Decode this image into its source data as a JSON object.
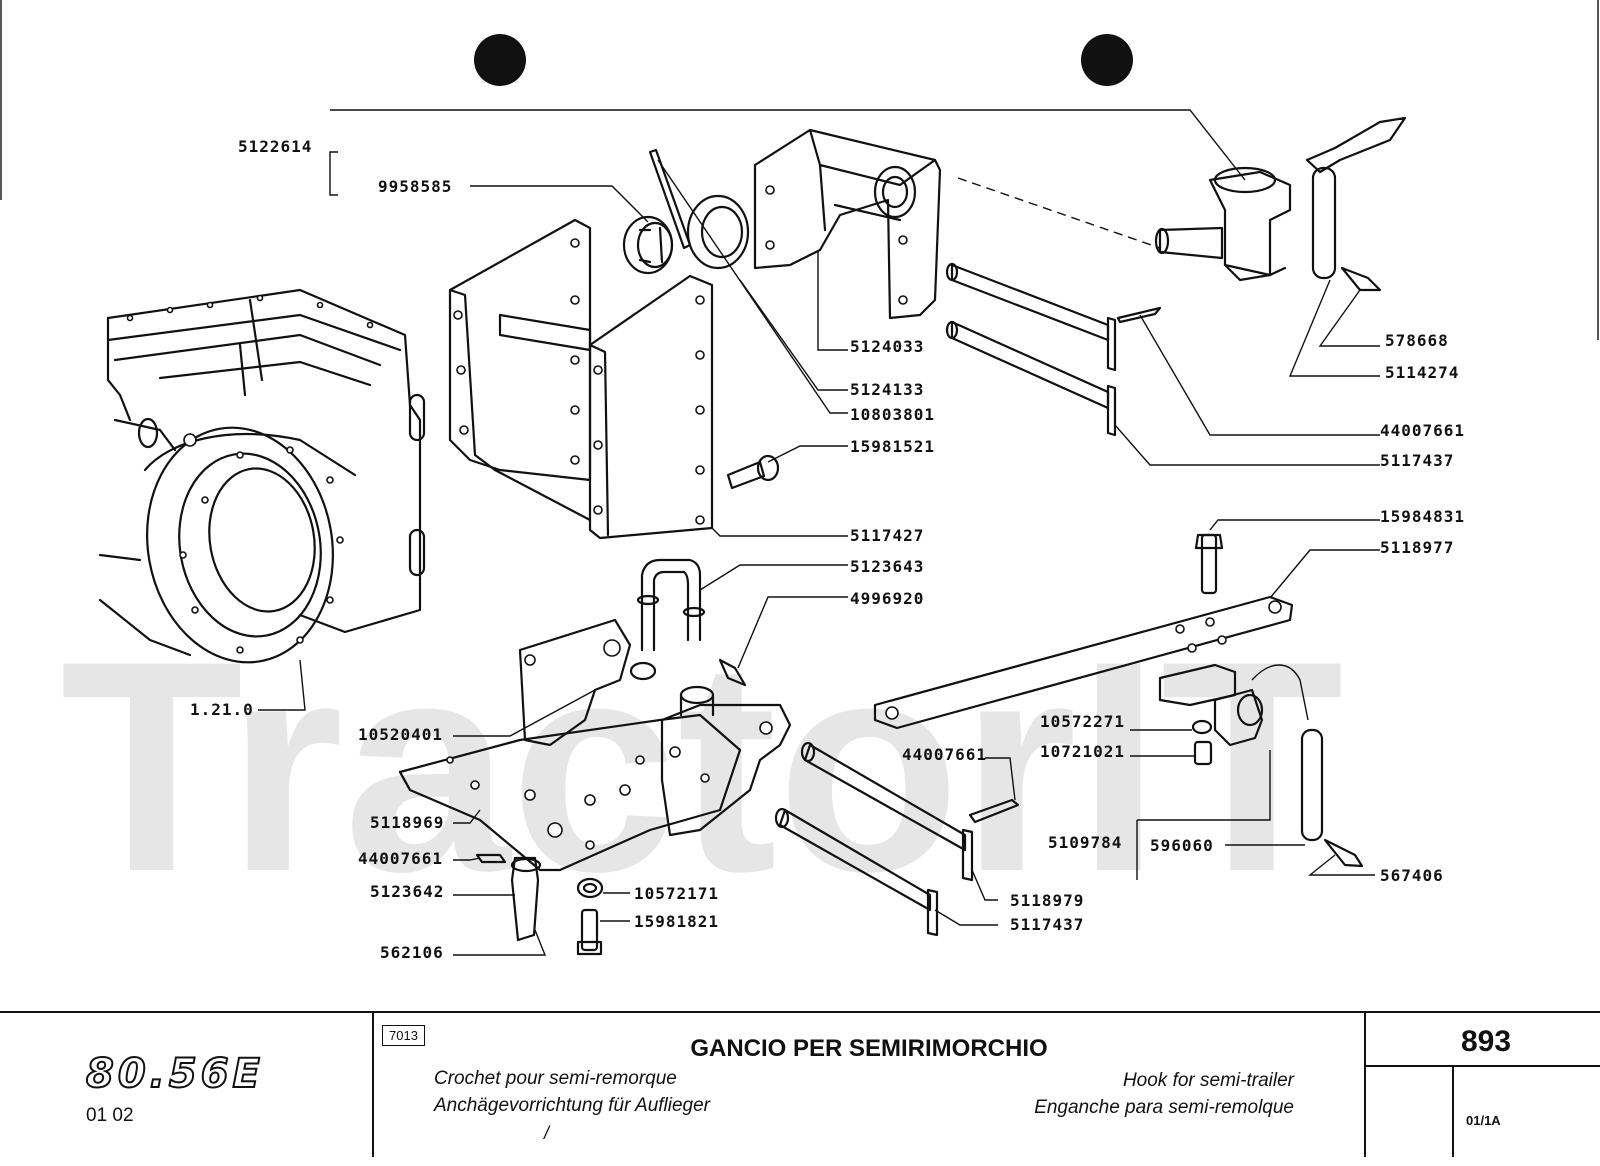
{
  "watermark": "TractorIT",
  "callouts": {
    "c5122614": "5122614",
    "c9958585": "9958585",
    "c5124033": "5124033",
    "c5124133": "5124133",
    "c10803801": "10803801",
    "c15981521": "15981521",
    "c5117427": "5117427",
    "c5123643": "5123643",
    "c4996920": "4996920",
    "c578668": "578668",
    "c5114274": "5114274",
    "c44007661a": "44007661",
    "c5117437a": "5117437",
    "c15984831": "15984831",
    "c5118977": "5118977",
    "c1210": "1.21.0",
    "c10520401": "10520401",
    "c5118969": "5118969",
    "c44007661b": "44007661",
    "c5123642": "5123642",
    "c562106": "562106",
    "c10572171": "10572171",
    "c15981821": "15981821",
    "c10572271": "10572271",
    "c10721021": "10721021",
    "c44007661c": "44007661",
    "c5109784": "5109784",
    "c596060": "596060",
    "c567406": "567406",
    "c5118979": "5118979",
    "c5117437b": "5117437"
  },
  "title_block": {
    "model": "80.56E",
    "model_codes": "01   02",
    "group_code": "7013",
    "title_it": "GANCIO PER SEMIRIMORCHIO",
    "title_fr": "Crochet pour semi-remorque",
    "title_de": "Anchägevorrichtung für Auflieger",
    "title_en": "Hook for semi-trailer",
    "title_es": "Enganche para semi-remolque",
    "mark": "/",
    "page_number": "893",
    "revision": "01/1A"
  }
}
